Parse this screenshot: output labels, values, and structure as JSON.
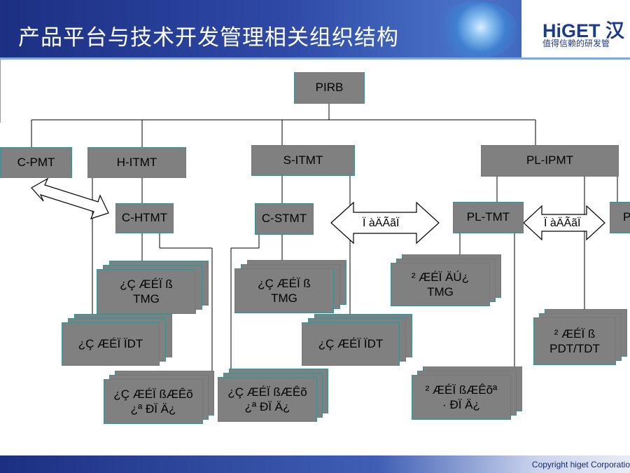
{
  "header": {
    "title": "产品平台与技术开发管理相关组织结构",
    "logo": "HiGET",
    "logo_extra": "汉",
    "tagline": "值得信赖的研发管"
  },
  "org": {
    "pirb": "PIRB",
    "c_pmt": "C-PMT",
    "h_itmt": "H-ITMT",
    "s_itmt": "S-ITMT",
    "pl_ipmt": "PL-IPMT",
    "c_htmt": "C-HTMT",
    "c_stmt": "C-STMT",
    "pl_tmt": "PL-TMT",
    "p_cut": "P",
    "arrow1": "Ï àÄÃãÏ",
    "arrow2": "Ï àÄÃãÏ",
    "h_tmg": "¿Ç ÆÉÏ ß\nTMG",
    "h_tdt": "¿Ç ÆÉÏ ÏDT",
    "h_bottom": "¿Ç ÆÉÏ ßÆÊõ\n¿ª ÐÏ Ä¿",
    "s_tmg": "¿Ç ÆÉÏ ß\nTMG",
    "s_tdt": "¿Ç ÆÉÏ ÏDT",
    "s_bottom": "¿Ç ÆÉÏ ßÆÊõ\n¿ª ÐÏ Ä¿",
    "pl_tmg": "² ÆÉÏ ÄÚ¿\nTMG",
    "pl_bottom": "² ÆÉÏ ßÆÊõª\n· ÐÏ Ä¿",
    "pdt_tdt": "² ÆÉÏ ß\nPDT/TDT"
  },
  "footer": {
    "copyright": "Copyright  higet  Corporatio"
  }
}
